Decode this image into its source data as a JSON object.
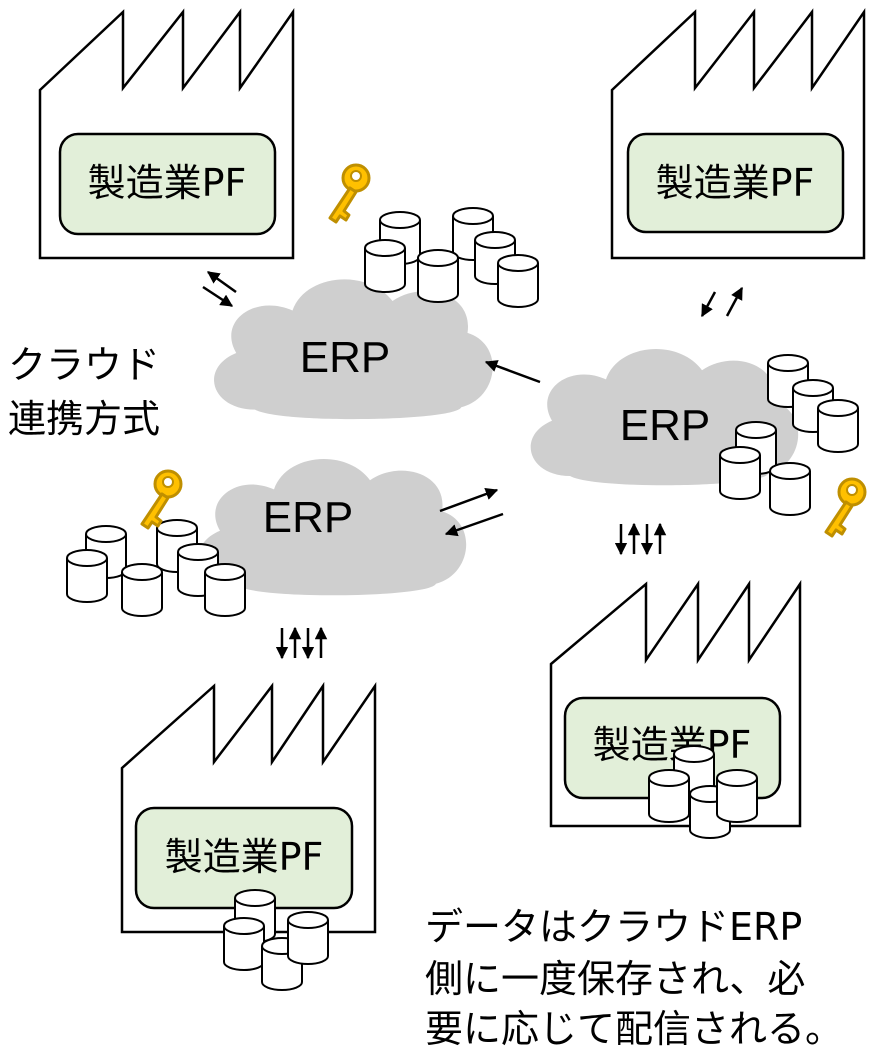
{
  "factories": [
    {
      "id": "top-left",
      "label": "製造業PF"
    },
    {
      "id": "top-right",
      "label": "製造業PF"
    },
    {
      "id": "bottom-right",
      "label": "製造業PF"
    },
    {
      "id": "bottom-left",
      "label": "製造業PF"
    }
  ],
  "clouds": [
    {
      "id": "top-left",
      "label": "ERP"
    },
    {
      "id": "right",
      "label": "ERP"
    },
    {
      "id": "bottom-left",
      "label": "ERP"
    }
  ],
  "method_label": [
    "クラウド",
    "連携方式"
  ],
  "note_lines": [
    "データはクラウドERP",
    "側に一度保存され、必",
    "要に応じて配信される。"
  ],
  "colors": {
    "pf_box_fill": "#e2efd9",
    "cloud_fill": "#cfcfcf",
    "key_fill": "#ffc000",
    "key_stroke": "#bf8f00",
    "line": "#000000"
  },
  "icons": [
    "factory-icon",
    "cloud-icon",
    "database-icon",
    "key-icon",
    "arrow-icon"
  ]
}
